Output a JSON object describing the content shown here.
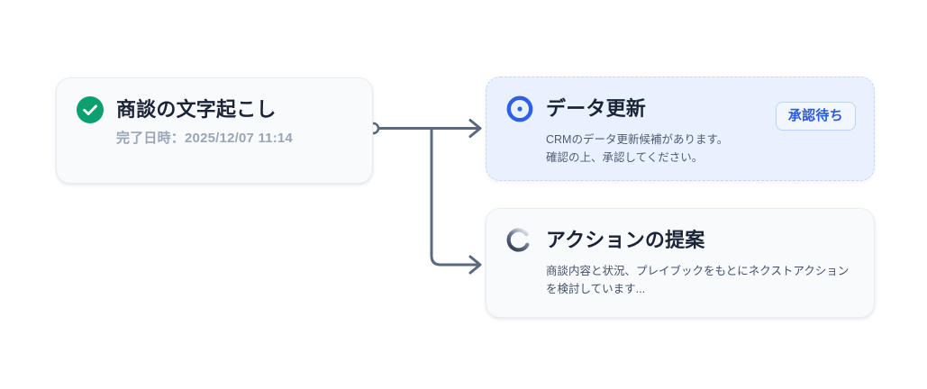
{
  "flow": {
    "connector_color": "#5a6880",
    "nodes": [
      {
        "id": "transcription",
        "status": "done",
        "icon": "check-circle-icon",
        "icon_color": "#0e9f6e",
        "title": "商談の文字起こし",
        "subtitle": "完了日時：2025/12/07 11:14"
      },
      {
        "id": "data-update",
        "status": "pending-approval",
        "icon": "target-circle-icon",
        "icon_color": "#2e5fe8",
        "title": "データ更新",
        "badge": "承認待ち",
        "description_line1": "CRMのデータ更新候補があります。",
        "description_line2": "確認の上、承認してください。"
      },
      {
        "id": "action-proposal",
        "status": "in-progress",
        "icon": "spinner-icon",
        "icon_color": "#2f3b52",
        "title": "アクションの提案",
        "description_line1": "商談内容と状況、プレイブックをもとにネクストアクション",
        "description_line2": "を検討しています..."
      }
    ]
  }
}
